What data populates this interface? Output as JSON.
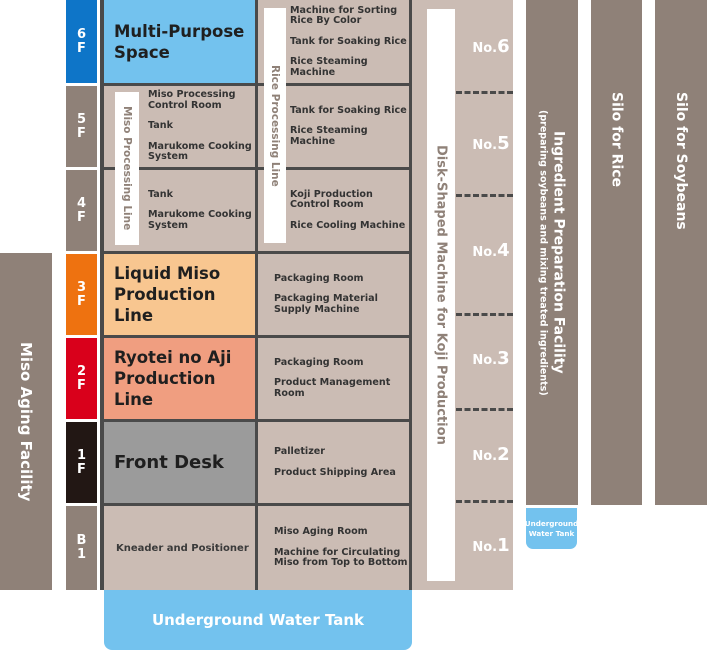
{
  "colors": {
    "gray": "#8f8178",
    "cell_gray": "#cbbcb4",
    "blue_badge": "#0e75c8",
    "orange_badge": "#ee7210",
    "red_badge": "#d9001b",
    "black_badge": "#221714",
    "light_blue": "#73c2ee",
    "peach": "#f8c690",
    "salmon": "#f09e80",
    "front_desk_gray": "#9b9b9b"
  },
  "aging_facility": {
    "label": "Miso Aging Facility"
  },
  "floors": [
    {
      "id": "6F",
      "letter": "6",
      "suffix": "F"
    },
    {
      "id": "5F",
      "letter": "5",
      "suffix": "F"
    },
    {
      "id": "4F",
      "letter": "4",
      "suffix": "F"
    },
    {
      "id": "3F",
      "letter": "3",
      "suffix": "F"
    },
    {
      "id": "2F",
      "letter": "2",
      "suffix": "F"
    },
    {
      "id": "1F",
      "letter": "1",
      "suffix": "F"
    },
    {
      "id": "B1",
      "letter": "B",
      "suffix": "1"
    }
  ],
  "main_cells": {
    "f6": "Multi-Purpose Space",
    "f3": "Liquid Miso Production Line",
    "f2": "Ryotei no Aji Production Line",
    "f1": "Front Desk",
    "b1": "Kneader and Positioner"
  },
  "miso_processing_line": {
    "label": "Miso Processing Line",
    "f5": [
      "Miso Processing Control Room",
      "Tank",
      "Marukome Cooking System"
    ],
    "f4": [
      "Tank",
      "Marukome Cooking System"
    ]
  },
  "rice_processing_line": {
    "label": "Rice Processing Line",
    "f6": [
      "Machine for Sorting Rice By Color",
      "Tank for Soaking Rice",
      "Rice Steaming Machine"
    ],
    "f5": [
      "Tank for Soaking Rice",
      "Rice Steaming Machine"
    ],
    "f4": [
      "Koji Production Control Room",
      "Rice Cooling Machine"
    ]
  },
  "rooms": {
    "f3": [
      "Packaging Room",
      "Packaging Material Supply Machine"
    ],
    "f2": [
      "Packaging Room",
      "Product Management Room"
    ],
    "f1": [
      "Palletizer",
      "Product Shipping Area"
    ],
    "b1": [
      "Miso Aging Room",
      "Machine for Circulating Miso from Top to Bottom"
    ]
  },
  "koji_machine": {
    "label": "Disk-Shaped Machine for Koji Production",
    "levels": [
      {
        "prefix": "No.",
        "num": "6"
      },
      {
        "prefix": "No.",
        "num": "5"
      },
      {
        "prefix": "No.",
        "num": "4"
      },
      {
        "prefix": "No.",
        "num": "3"
      },
      {
        "prefix": "No.",
        "num": "2"
      },
      {
        "prefix": "No.",
        "num": "1"
      }
    ]
  },
  "ingredient_facility": {
    "title": "Ingredient Preparation Facility",
    "subtitle": "(preparing soybeans and mixing treated ingredients)"
  },
  "silo_rice": {
    "label": "Silo for Rice"
  },
  "silo_soybeans": {
    "label": "Silo for Soybeans"
  },
  "small_tank": {
    "line1": "Underground",
    "line2": "Water Tank"
  },
  "underground_tank": {
    "label": "Underground Water Tank"
  }
}
